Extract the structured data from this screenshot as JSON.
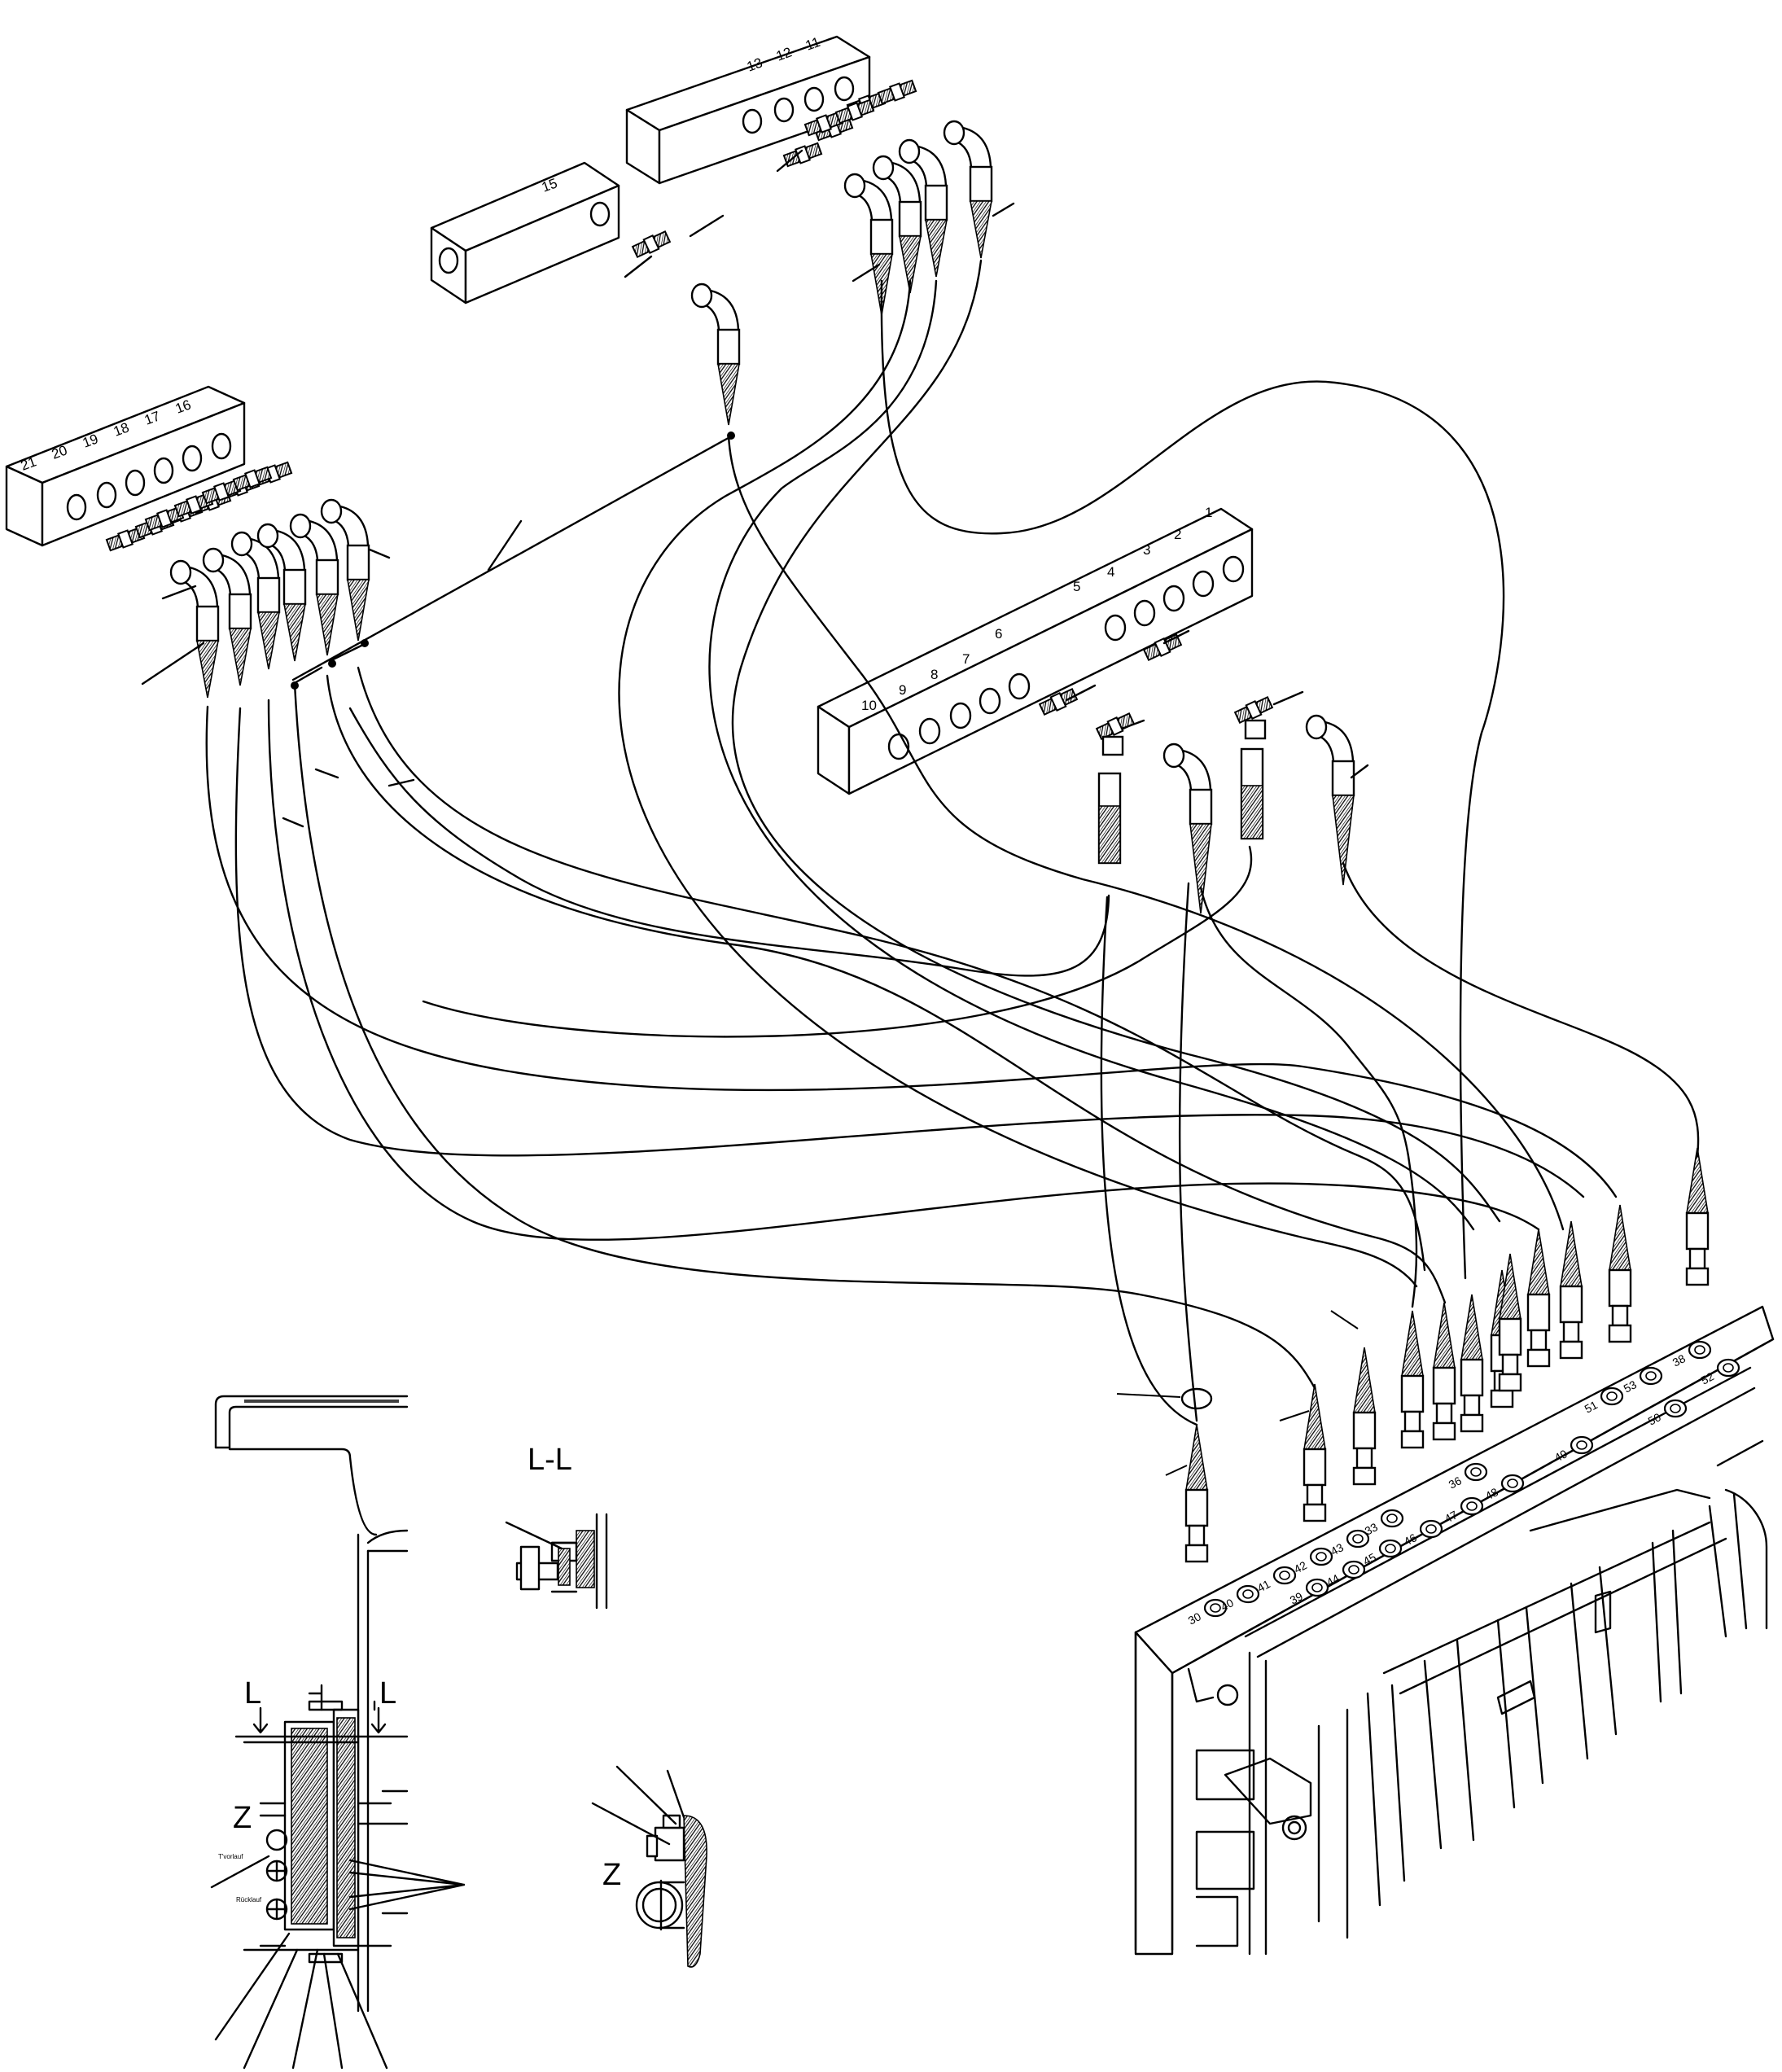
{
  "blocks": {
    "block_11_13": [
      "13",
      "12",
      "11"
    ],
    "block_15": [
      "15"
    ],
    "block_16_21": [
      "21",
      "20",
      "19",
      "18",
      "17",
      "16"
    ],
    "block_1_10": [
      "10",
      "9",
      "8",
      "7",
      "6",
      "5",
      "4",
      "3",
      "2",
      "1"
    ]
  },
  "manifold_ports": [
    "30",
    "40",
    "41",
    "42",
    "43",
    "33",
    "36",
    "51",
    "53",
    "38",
    "52",
    "39",
    "44",
    "45",
    "46",
    "47",
    "48",
    "49",
    "50"
  ],
  "detail_views": {
    "section_title": "L-L",
    "section_mark_left": "L",
    "section_mark_right": "L",
    "z_mark_front": "Z",
    "z_mark_detail": "Z"
  },
  "small_labels": {
    "upper_plate_text": "T'vorlauf",
    "lower_plate_text": "Rücklauf"
  },
  "colors": {
    "line": "#000000",
    "background": "#ffffff"
  }
}
